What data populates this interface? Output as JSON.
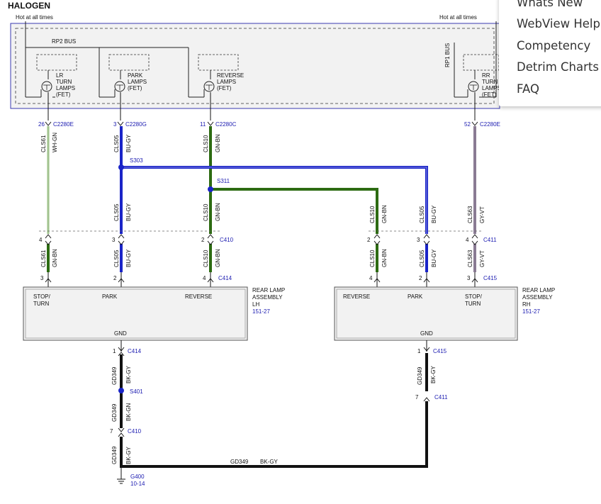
{
  "diagram": {
    "title": "HALOGEN",
    "hot_left": "Hot at all times",
    "hot_right": "Hot at all times",
    "rp2_bus": "RP2 BUS",
    "rp1_bus": "RP1 BUS",
    "lamps": {
      "lr": [
        "LR",
        "TURN",
        "LAMPS",
        "(FET)"
      ],
      "park": [
        "PARK",
        "LAMPS",
        "(FET)"
      ],
      "reverse": [
        "REVERSE",
        "LAMPS",
        "(FET)"
      ],
      "rr": [
        "RR",
        "TURN",
        "LAMPS",
        "(FET)"
      ]
    },
    "pins": {
      "c2280e_lr": "26",
      "c2280g": "3",
      "c2280c": "11",
      "c2280e_rr": "52",
      "c410_a": "4",
      "c410_b": "3",
      "c410_c": "2",
      "c414_a": "3",
      "c414_b": "2",
      "c414_c": "4",
      "c411_a": "2",
      "c411_b": "3",
      "c411_c": "4",
      "c415_a": "4",
      "c415_b": "2",
      "c415_c": "3",
      "c414_gnd": "1",
      "c410_gnd": "7",
      "c415_gnd": "1",
      "c411_gnd": "7"
    },
    "connectors": {
      "c2280e_lr": "C2280E",
      "c2280g": "C2280G",
      "c2280c": "C2280C",
      "c2280e_rr": "C2280E",
      "c410": "C410",
      "c414": "C414",
      "c411": "C411",
      "c415": "C415",
      "c414_gnd": "C414",
      "c410_gnd": "C410",
      "c415_gnd": "C415",
      "c411_gnd": "C411"
    },
    "splices": {
      "s303": "S303",
      "s311": "S311",
      "s401": "S401"
    },
    "wires": {
      "cls61": "CLS61",
      "cls05": "CLS05",
      "cls10": "CLS10",
      "cls63": "CLS63",
      "gd349": "GD349",
      "wh_gn": "WH-GN",
      "gn_bn": "GN-BN",
      "bu_gy": "BU-GY",
      "gy_vt": "GY-VT",
      "bk_gy": "BK-GY",
      "bk_gn": "BK-GN"
    },
    "assembly_lh": {
      "stop": "STOP/",
      "turn": "TURN",
      "park": "PARK",
      "reverse": "REVERSE",
      "gnd": "GND",
      "title": [
        "REAR LAMP",
        "ASSEMBLY",
        "LH"
      ],
      "ref": "151-27"
    },
    "assembly_rh": {
      "reverse": "REVERSE",
      "park": "PARK",
      "stop": "STOP/",
      "turn": "TURN",
      "gnd": "GND",
      "title": [
        "REAR LAMP",
        "ASSEMBLY",
        "RH"
      ],
      "ref": "151-27"
    },
    "ground": {
      "id": "G400",
      "ref": "10-14"
    },
    "colors": {
      "green": "#2d6b12",
      "blue": "#1a24c8",
      "gray_violet": "#8a7b93",
      "black": "#111111",
      "wh_gn": "#b9d8a8",
      "label_blue": "#1a1ab0"
    }
  },
  "menu": {
    "items": [
      {
        "label": "Whats New"
      },
      {
        "label": "WebView Help"
      },
      {
        "label": "Competency"
      },
      {
        "label": "Detrim Charts"
      },
      {
        "label": "FAQ"
      }
    ]
  }
}
